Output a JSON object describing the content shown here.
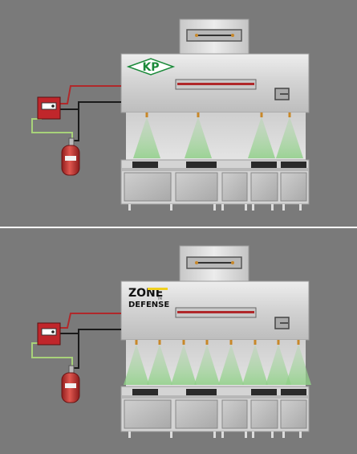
{
  "panels": [
    {
      "id": "top",
      "logo_text": "KP",
      "nozzles": 4
    },
    {
      "id": "bottom",
      "logo_line1": "ZONE",
      "logo_small": "TM",
      "logo_line2": "DEFENSE",
      "nozzles": 8
    }
  ],
  "colors": {
    "background": "#7a7a7a",
    "divider": "#ffffff",
    "hood": "#d8d8d8",
    "control_box": "#c0262b",
    "cylinder": "#c8302b",
    "wire_red": "#b0282a",
    "wire_black": "#1a1a1a",
    "wire_green": "#a8d27a",
    "spray": "#9ed39a",
    "logo_green": "#1b8a3a",
    "logo_yellow": "#f0d020",
    "logo_red": "#c0262b"
  }
}
